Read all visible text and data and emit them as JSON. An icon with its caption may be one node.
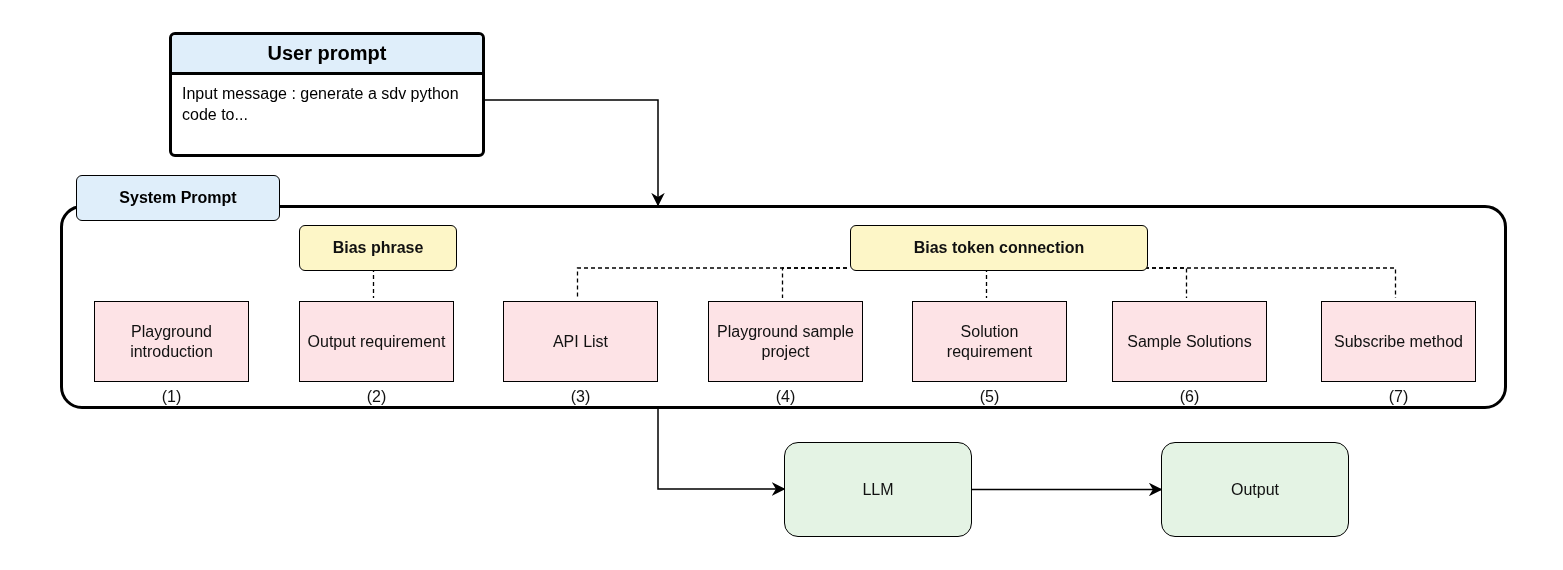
{
  "diagram": {
    "nodes": [
      {
        "text": [
          "User prompt",
          "Input message : generate a sdv python code to..."
        ]
      },
      {
        "text": [
          "System Prompt"
        ]
      },
      {
        "text": [
          "Bias phrase"
        ],
        "in": 1
      },
      {
        "text": [
          "Bias token connection"
        ],
        "in": 1
      },
      {
        "text": [
          "Playground introduction"
        ],
        "in": 1,
        "beside": [
          "(1)"
        ]
      },
      {
        "text": [
          "Output requirement"
        ],
        "in": 1,
        "beside": [
          "(2)"
        ]
      },
      {
        "text": [
          "API List"
        ],
        "in": 1,
        "beside": [
          "(3)"
        ]
      },
      {
        "text": [
          "Playground sample project"
        ],
        "in": 1,
        "beside": [
          "(4)"
        ]
      },
      {
        "text": [
          "Solution requirement"
        ],
        "in": 1,
        "beside": [
          "(5)"
        ]
      },
      {
        "text": [
          "Sample Solutions"
        ],
        "in": 1,
        "beside": [
          "(6)"
        ]
      },
      {
        "text": [
          "Subscribe method"
        ],
        "in": 1,
        "beside": [
          "(7)"
        ]
      },
      {
        "text": [
          "LLM"
        ]
      },
      {
        "text": [
          "Output"
        ]
      }
    ],
    "edges": [
      {
        "from": 0,
        "to": 1,
        "arrow": "to"
      },
      {
        "from": 2,
        "to": 5,
        "arrow": "none",
        "style": "dashed"
      },
      {
        "from": 3,
        "to": 6,
        "arrow": "none",
        "style": "dashed"
      },
      {
        "from": 3,
        "to": 7,
        "arrow": "none",
        "style": "dashed"
      },
      {
        "from": 3,
        "to": 8,
        "arrow": "none",
        "style": "dashed"
      },
      {
        "from": 3,
        "to": 9,
        "arrow": "none",
        "style": "dashed"
      },
      {
        "from": 3,
        "to": 10,
        "arrow": "none",
        "style": "dashed"
      },
      {
        "from": 1,
        "to": 11,
        "arrow": "to"
      },
      {
        "from": 11,
        "to": 12,
        "arrow": "to"
      }
    ]
  }
}
